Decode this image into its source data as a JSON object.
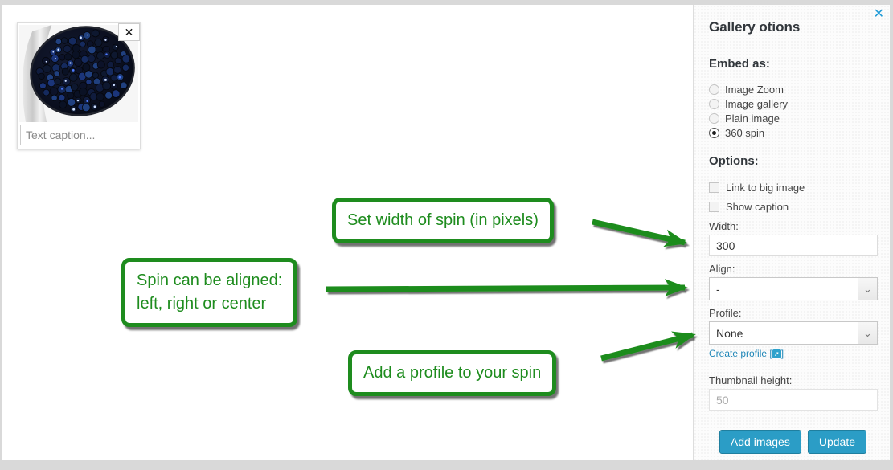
{
  "icons": {
    "panel_close": "✕",
    "thumb_close": "✕",
    "chevron_down": "⌄",
    "external_link": "➚",
    "bracket_open": "[",
    "bracket_close": "]"
  },
  "colors": {
    "accent_blue": "#2b9dc6",
    "link_blue": "#1f86b7",
    "close_blue": "#1f9ad6",
    "annotation_green": "#1e8c1e",
    "frame_gray": "#d9d9d9"
  },
  "thumbnail": {
    "image_alt": "sapphire-ring-photo",
    "caption_placeholder": "Text caption..."
  },
  "panel": {
    "title": "Gallery otions",
    "embed": {
      "heading": "Embed as:",
      "options": [
        {
          "label": "Image Zoom",
          "selected": false
        },
        {
          "label": "Image gallery",
          "selected": false
        },
        {
          "label": "Plain image",
          "selected": false
        },
        {
          "label": "360 spin",
          "selected": true
        }
      ]
    },
    "options": {
      "heading": "Options:",
      "checkboxes": [
        {
          "label": "Link to big image",
          "checked": false
        },
        {
          "label": "Show caption",
          "checked": false
        }
      ],
      "width_label": "Width:",
      "width_value": "300",
      "align_label": "Align:",
      "align_value": "-",
      "profile_label": "Profile:",
      "profile_value": "None",
      "create_profile_label": "Create profile ",
      "thumb_height_label": "Thumbnail height:",
      "thumb_height_value": "50"
    },
    "buttons": {
      "add_images": "Add images",
      "update": "Update"
    }
  },
  "callouts": [
    {
      "text": "Set width of spin (in pixels)",
      "target": "width-input"
    },
    {
      "line1": "Spin can be aligned:",
      "line2": "left, right or center",
      "target": "align-select"
    },
    {
      "text": "Add a profile to your spin",
      "target": "profile-select"
    }
  ]
}
